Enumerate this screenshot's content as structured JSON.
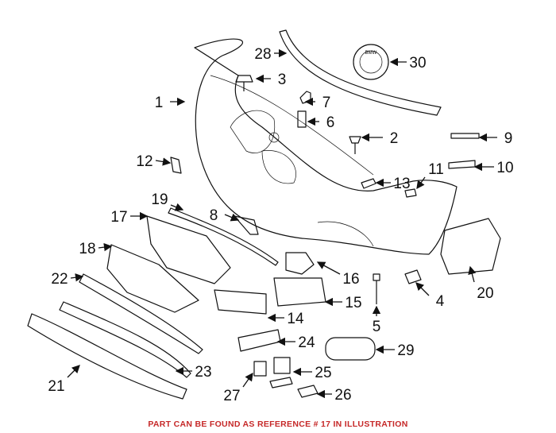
{
  "diagram": {
    "callouts": [
      "1",
      "2",
      "3",
      "4",
      "5",
      "6",
      "7",
      "8",
      "9",
      "10",
      "11",
      "12",
      "13",
      "14",
      "15",
      "16",
      "17",
      "18",
      "19",
      "20",
      "21",
      "22",
      "23",
      "24",
      "25",
      "26",
      "27",
      "28",
      "29",
      "30"
    ],
    "emblem_text": "BMW"
  },
  "caption": "PART CAN BE FOUND AS REFERENCE # 17 IN ILLUSTRATION",
  "colors": {
    "caption": "#c62828",
    "lines": "#111111"
  }
}
